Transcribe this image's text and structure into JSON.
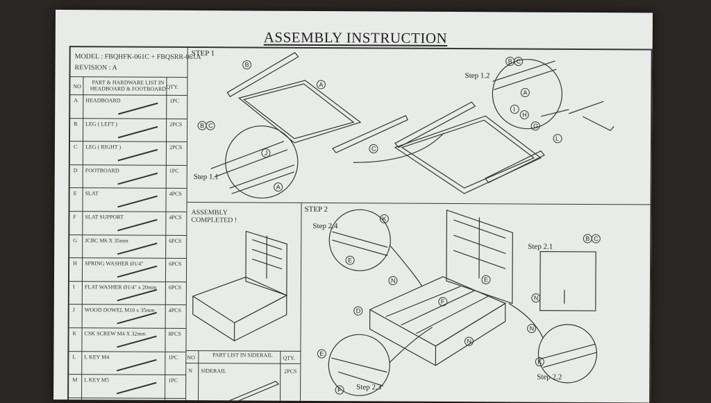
{
  "title": "ASSEMBLY INSTRUCTION",
  "model": "MODEL : FBQHFK-061C + FBQSRR-061A",
  "revision": "REVISION : A",
  "parts_table": {
    "header_no": "NO",
    "header_part": "PART & HARDWARE LIST IN HEADBOARD & FOOTBOARD",
    "header_qty": "QTY.",
    "rows": [
      {
        "no": "A",
        "name": "HEADBOARD",
        "qty": "1PC"
      },
      {
        "no": "B",
        "name": "LEG ( LEFT )",
        "qty": "2PCS"
      },
      {
        "no": "C",
        "name": "LEG ( RIGHT )",
        "qty": "2PCS"
      },
      {
        "no": "D",
        "name": "FOOTBOARD",
        "qty": "1PC"
      },
      {
        "no": "E",
        "name": "SLAT",
        "qty": "4PCS"
      },
      {
        "no": "F",
        "name": "SLAT SUPPORT",
        "qty": "4PCS"
      },
      {
        "no": "G",
        "name": "JCBC M6 X 35mm",
        "qty": "6PCS"
      },
      {
        "no": "H",
        "name": "SPRING WASHER Ø1/4\"",
        "qty": "6PCS"
      },
      {
        "no": "I",
        "name": "FLAT WASHER Ø1/4\" x 20mm",
        "qty": "6PCS"
      },
      {
        "no": "J",
        "name": "WOOD DOWEL M10 x 35mm",
        "qty": "4PCS"
      },
      {
        "no": "K",
        "name": "CSK SCREW M4 X 32mm",
        "qty": "8PCS"
      },
      {
        "no": "L",
        "name": "L KEY M4",
        "qty": "1PC"
      },
      {
        "no": "M",
        "name": "L KEY M5",
        "qty": "1PC"
      }
    ]
  },
  "siderail_table": {
    "header_no": "NO",
    "header_part": "PART LIST IN SIDERAIL",
    "header_qty": "QTY.",
    "rows": [
      {
        "no": "N",
        "name": "SIDERAIL",
        "qty": "2PCS"
      }
    ]
  },
  "steps": {
    "step1": "STEP 1",
    "step1_1": "Step 1.1",
    "step1_2": "Step 1.2",
    "assembly_completed": "ASSEMBLY COMPLETED !",
    "step2": "STEP 2",
    "step2_1": "Step 2.1",
    "step2_2": "Step 2.2",
    "step2_3": "Step 2.3",
    "step2_4": "Step 2.4"
  }
}
